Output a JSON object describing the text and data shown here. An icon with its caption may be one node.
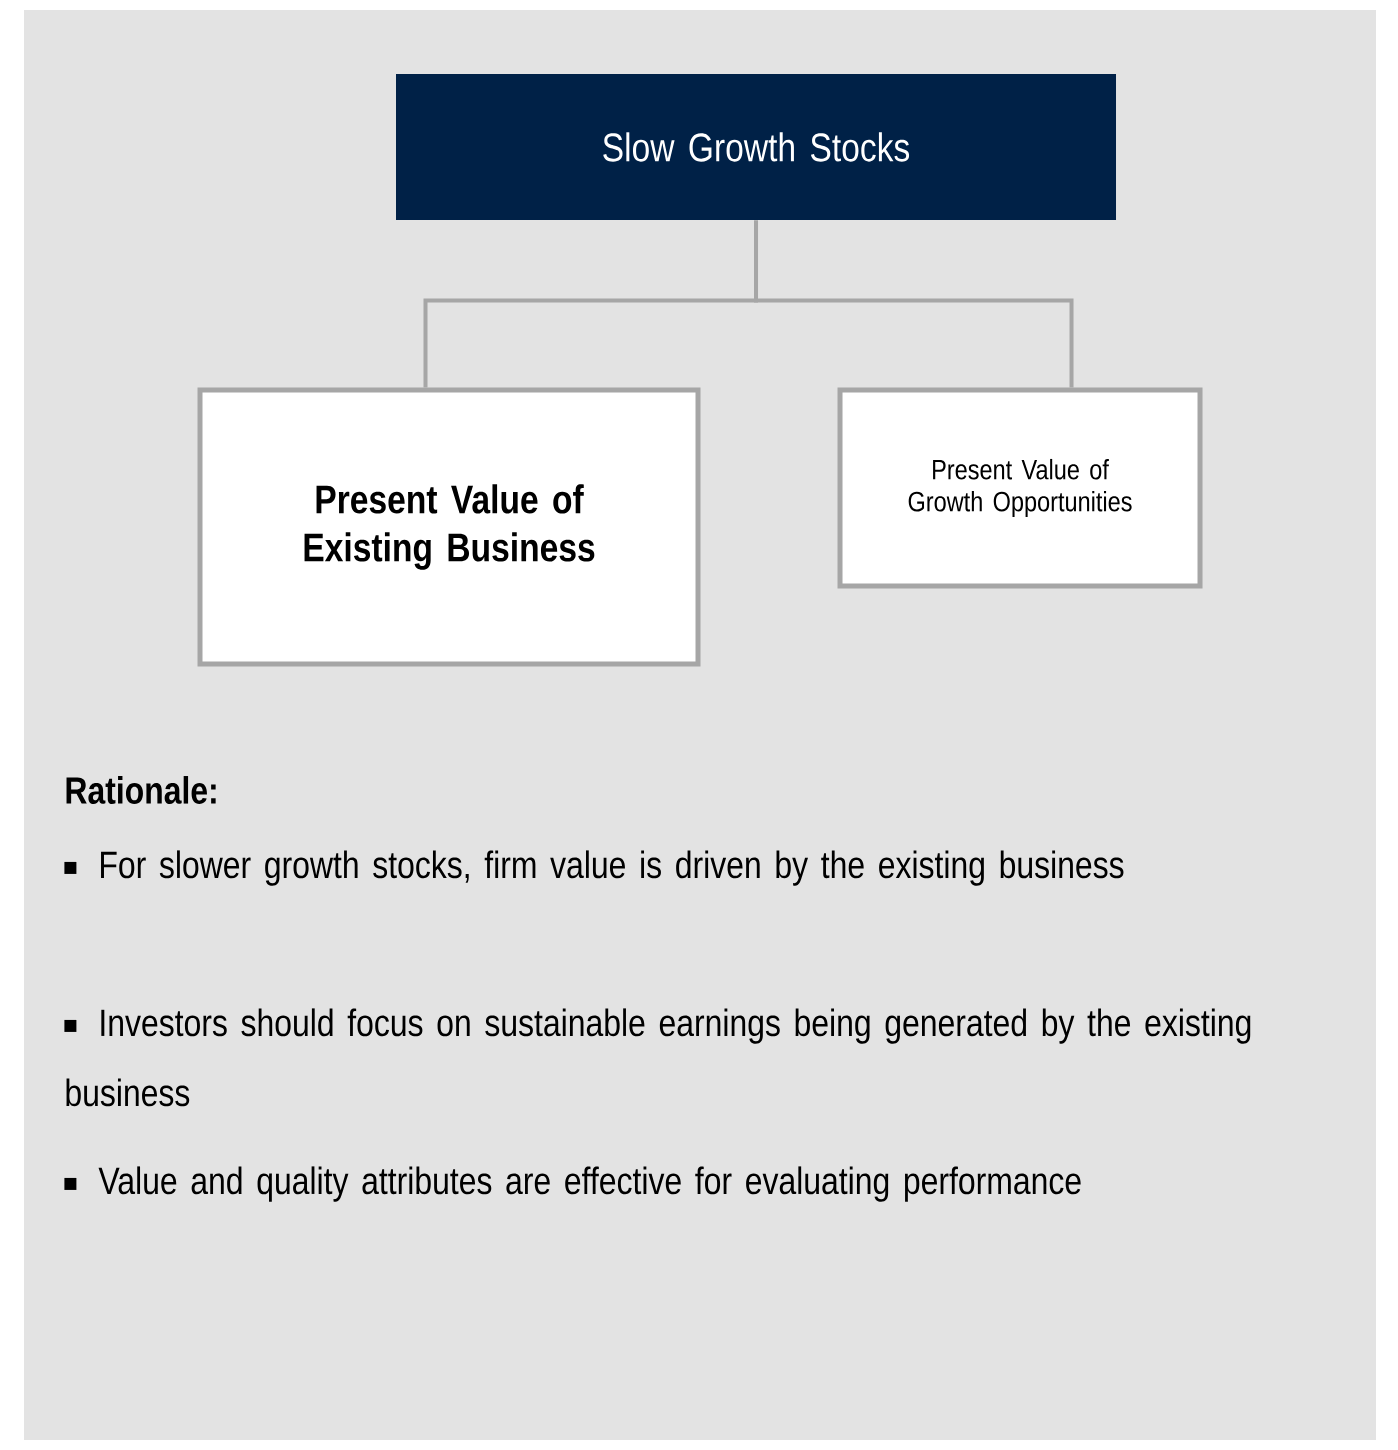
{
  "diagram": {
    "nodes": [
      {
        "text": [
          "Slow Growth Stocks"
        ]
      },
      {
        "text": [
          "Present Value of Existing Business"
        ]
      },
      {
        "text": [
          "Present Value of Growth Opportunities"
        ]
      }
    ],
    "edges": [
      {
        "from": 0,
        "to": 1,
        "arrow": "none"
      },
      {
        "from": 0,
        "to": 2,
        "arrow": "none"
      }
    ],
    "labels": [
      "Rationale:",
      "For slower growth stocks, firm value is driven by the existing business",
      "Investors should focus on sustainable earnings being generated by the existing business",
      "Value and quality attributes are effective for evaluating performance"
    ]
  }
}
